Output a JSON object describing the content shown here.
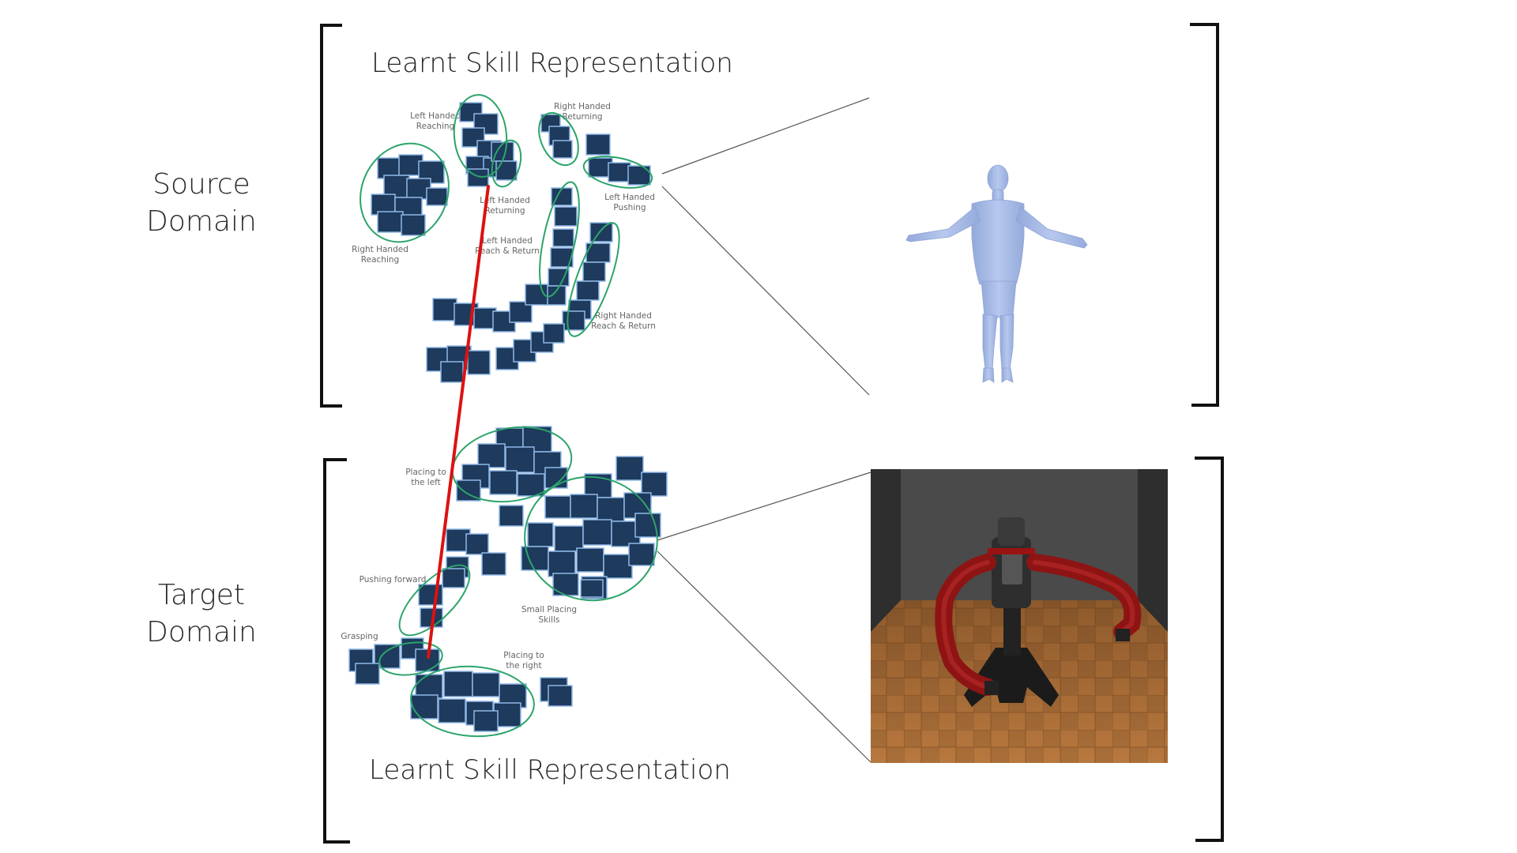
{
  "source": {
    "label_line1": "Source",
    "label_line2": "Domain",
    "title": "Learnt Skill Representation",
    "clusters": [
      {
        "line1": "Left Handed",
        "line2": "Reaching"
      },
      {
        "line1": "Right Handed",
        "line2": "Returning"
      },
      {
        "line1": "Left Handed",
        "line2": "Pushing"
      },
      {
        "line1": "Left Handed",
        "line2": "Returning"
      },
      {
        "line1": "Left Handed",
        "line2": "Reach & Return"
      },
      {
        "line1": "Right Handed",
        "line2": "Reaching"
      },
      {
        "line1": "Right Handed",
        "line2": "Reach & Return"
      }
    ]
  },
  "target": {
    "label_line1": "Target",
    "label_line2": "Domain",
    "title": "Learnt Skill Representation",
    "clusters": [
      {
        "line1": "Placing to",
        "line2": "the left"
      },
      {
        "line1": "Pushing forward",
        "line2": ""
      },
      {
        "line1": "Small Placing",
        "line2": "Skills"
      },
      {
        "line1": "Grasping",
        "line2": ""
      },
      {
        "line1": "Placing to",
        "line2": "the right"
      }
    ]
  },
  "colors": {
    "cluster_outline": "#2ca46a",
    "correspondence_line": "#dd1111",
    "thumbnail": "#1e3a5c",
    "human_model": "#a9bde8",
    "robot_arm": "#8e1414"
  }
}
